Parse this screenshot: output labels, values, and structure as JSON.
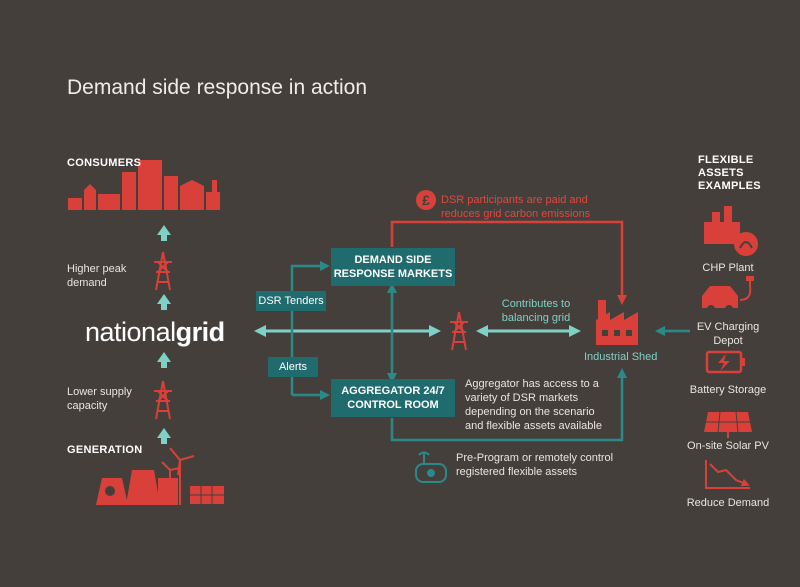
{
  "title": "Demand side response in action",
  "left": {
    "consumers_label": "CONSUMERS",
    "higher_peak": "Higher peak demand",
    "brand_light": "national",
    "brand_bold": "grid",
    "lower_supply": "Lower supply capacity",
    "generation_label": "GENERATION"
  },
  "center": {
    "dsr_markets": "DEMAND SIDE RESPONSE MARKETS",
    "aggregator_room": "AGGREGATOR 24/7 CONTROL ROOM",
    "dsr_tenders": "DSR Tenders",
    "alerts": "Alerts",
    "paid_note": "DSR participants are paid and reduces grid carbon emissions",
    "contributes": "Contributes to balancing grid",
    "industrial_shed": "Industrial Shed",
    "aggregator_note": "Aggregator has access to a variety of DSR markets depending on the scenario and flexible assets available",
    "control_note": "Pre-Program or remotely control registered flexible assets"
  },
  "right": {
    "header": "FLEXIBLE ASSETS EXAMPLES",
    "assets": [
      {
        "label": "CHP Plant",
        "icon": "chp-plant-icon"
      },
      {
        "label": "EV Charging Depot",
        "icon": "ev-car-icon"
      },
      {
        "label": "Battery Storage",
        "icon": "battery-icon"
      },
      {
        "label": "On-site Solar PV",
        "icon": "solar-panel-icon"
      },
      {
        "label": "Reduce Demand",
        "icon": "reduce-demand-chart-icon"
      }
    ]
  },
  "colors": {
    "background": "#453f3b",
    "red": "#d9403a",
    "teal_box": "#1f6b6e",
    "teal_arrow": "#7fd1c6"
  }
}
